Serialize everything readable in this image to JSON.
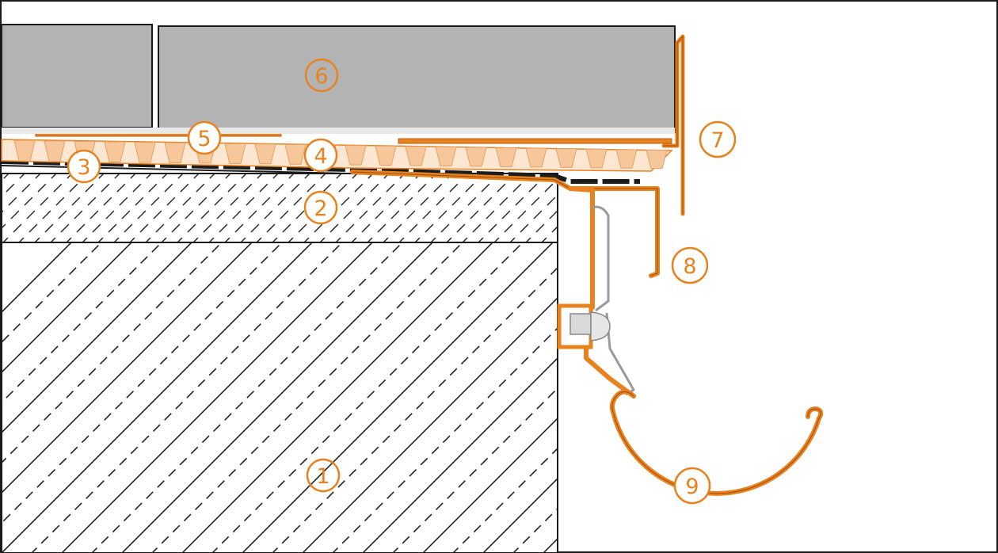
{
  "callouts": [
    {
      "id": "1",
      "label": "1"
    },
    {
      "id": "2",
      "label": "2"
    },
    {
      "id": "3",
      "label": "3"
    },
    {
      "id": "4",
      "label": "4"
    },
    {
      "id": "5",
      "label": "5"
    },
    {
      "id": "6",
      "label": "6"
    },
    {
      "id": "7",
      "label": "7"
    },
    {
      "id": "8",
      "label": "8"
    },
    {
      "id": "9",
      "label": "9"
    }
  ],
  "colors": {
    "profile_orange": "#e8821e",
    "profile_orange_light": "#f3b37a",
    "tile_gray": "#b3b3b3",
    "mat_peach": "#f8d4b1",
    "membrane_black": "#1c1c1c",
    "hatch_line": "#222222",
    "outline": "#1a1a1a",
    "background": "#ffffff"
  }
}
